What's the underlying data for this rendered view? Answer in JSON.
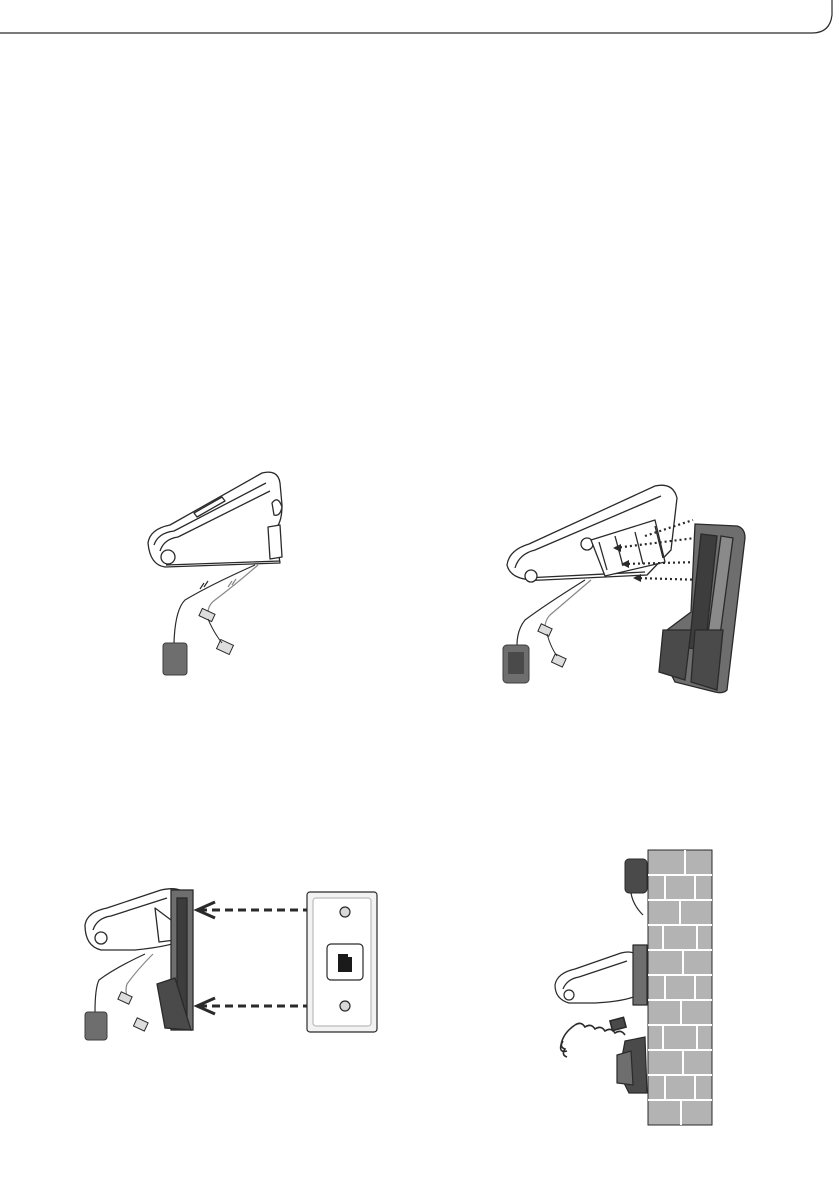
{
  "page": {
    "background": "#ffffff",
    "ink": "#2a2a2a",
    "part_fill": "#6e6e6e",
    "part_dark": "#3d3d3d",
    "brick_fill": "#b3b3b3",
    "brick_line": "#ffffff"
  },
  "figures": [
    {
      "id": "base-with-cords",
      "icons": [
        "telephone-base-icon",
        "power-adapter-icon",
        "phone-plug-icon"
      ]
    },
    {
      "id": "attach-wall-bracket",
      "icons": [
        "telephone-base-icon",
        "wall-bracket-icon",
        "dotted-arrow-icon"
      ]
    },
    {
      "id": "align-with-wall-plate",
      "icons": [
        "telephone-base-icon",
        "wall-plate-icon",
        "phone-jack-icon",
        "dashed-arrow-icon"
      ]
    },
    {
      "id": "mounted-on-wall",
      "icons": [
        "brick-wall-icon",
        "telephone-base-icon",
        "coiled-cord-icon"
      ]
    }
  ]
}
